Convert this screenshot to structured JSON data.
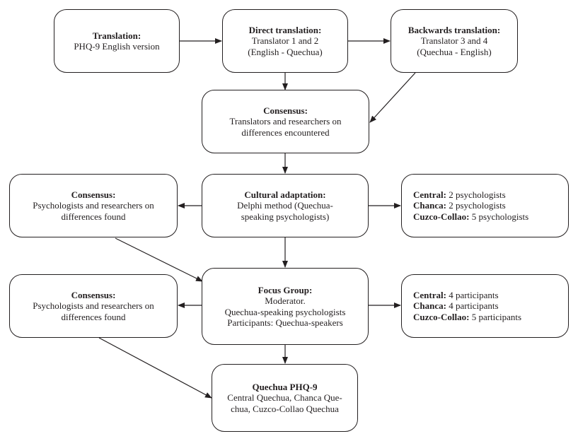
{
  "boxes": {
    "translation": {
      "title": "Translation:",
      "lines": [
        "PHQ-9 English version"
      ]
    },
    "direct": {
      "title": "Direct translation:",
      "lines": [
        "Translator 1 and 2",
        "(English - Quechua)"
      ]
    },
    "backwards": {
      "title": "Backwards translation:",
      "lines": [
        "Translator 3 and 4",
        "(Quechua - English)"
      ]
    },
    "consensus1": {
      "title": "Consensus:",
      "lines": [
        "Translators and researchers on",
        "differences encountered"
      ]
    },
    "consensus2": {
      "title": "Consensus:",
      "lines": [
        "Psychologists and researchers on",
        "differences found"
      ]
    },
    "cultural": {
      "title": "Cultural adaptation:",
      "lines": [
        "Delphi method  (Quechua-",
        "speaking psychologists)"
      ]
    },
    "delphi_groups": [
      {
        "name": "Central:",
        "value": " 2 psychologists"
      },
      {
        "name": "Chanca:",
        "value": " 2 psychologists"
      },
      {
        "name": "Cuzco-Collao:",
        "value": " 5 psychologists"
      }
    ],
    "consensus3": {
      "title": "Consensus:",
      "lines": [
        "Psychologists and researchers on",
        "differences found"
      ]
    },
    "focus": {
      "title": "Focus Group:",
      "lines": [
        "Moderator.",
        "Quechua-speaking psychologists",
        "Participants: Quechua-speakers"
      ]
    },
    "focus_groups": [
      {
        "name": "Central:",
        "value": " 4 participants"
      },
      {
        "name": "Chanca:",
        "value": " 4 participants"
      },
      {
        "name": "Cuzco-Collao:",
        "value": " 5 participants"
      }
    ],
    "final": {
      "title": "Quechua PHQ-9",
      "lines": [
        "Central Quechua, Chanca Que-",
        "chua, Cuzco-Collao Quechua"
      ]
    }
  }
}
